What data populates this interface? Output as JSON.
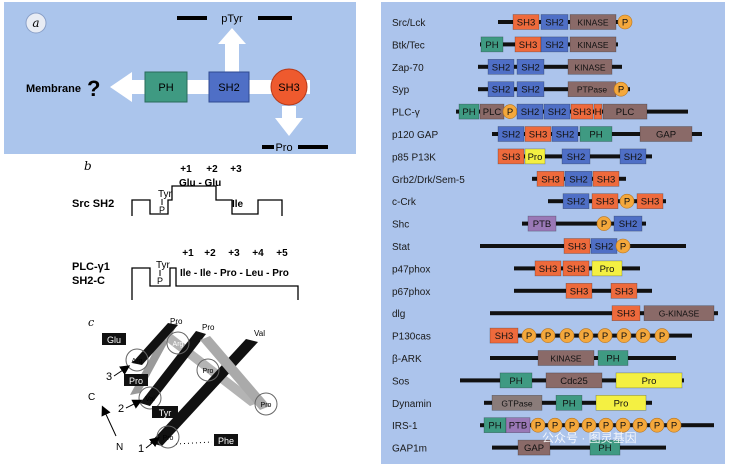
{
  "panel_a": {
    "label": "a",
    "membrane": "Membrane",
    "question": "?",
    "ph": "PH",
    "sh2": "SH2",
    "sh3": "SH3",
    "ptyr": "pTyr",
    "pro": "Pro"
  },
  "panel_b": {
    "label": "b",
    "src": {
      "title": "Src SH2",
      "positions": [
        "+1",
        "+2",
        "+3"
      ],
      "tyr": "Tyr",
      "p": "P",
      "seq": "Glu - Glu",
      "ile": "Ile"
    },
    "plc": {
      "title1": "PLC-γ1",
      "title2": "SH2-C",
      "positions": [
        "+1",
        "+2",
        "+3",
        "+4",
        "+5"
      ],
      "tyr": "Tyr",
      "p": "P",
      "seq": "Ile - Ile - Pro - Leu - Pro"
    }
  },
  "panel_c": {
    "label": "c",
    "boxes": [
      "Glu",
      "Pro",
      "Tyr",
      "Phe"
    ],
    "tags": [
      "Pro",
      "Pro",
      "Val"
    ],
    "circles": [
      "Arg",
      "Arg",
      "Val",
      "Pro",
      "Pro",
      "Pro"
    ],
    "numbers": [
      "3",
      "2",
      "1"
    ],
    "axis": [
      "C",
      "N"
    ]
  },
  "panel_d": {
    "proteins": [
      {
        "name": "Src/Lck",
        "domains": [
          "SH3",
          "SH2",
          "KINASE",
          "P"
        ]
      },
      {
        "name": "Btk/Tec",
        "domains": [
          "PH",
          "SH3",
          "SH2",
          "KINASE"
        ]
      },
      {
        "name": "Zap-70",
        "domains": [
          "SH2",
          "SH2",
          "KINASE"
        ]
      },
      {
        "name": "Syp",
        "domains": [
          "SH2",
          "SH2",
          "PTPase",
          "P"
        ]
      },
      {
        "name": "PLC-γ",
        "domains": [
          "PH",
          "PLC",
          "P",
          "SH2",
          "SH2",
          "SH3",
          "H",
          "PLC"
        ]
      },
      {
        "name": "p120 GAP",
        "domains": [
          "SH2",
          "SH3",
          "SH2",
          "PH",
          "GAP"
        ]
      },
      {
        "name": "p85 P13K",
        "domains": [
          "SH3",
          "Pro",
          "SH2",
          "SH2"
        ]
      },
      {
        "name": "Grb2/Drk/Sem-5",
        "domains": [
          "SH3",
          "SH2",
          "SH3"
        ]
      },
      {
        "name": "c-Crk",
        "domains": [
          "SH2",
          "SH3",
          "P",
          "SH3"
        ]
      },
      {
        "name": "Shc",
        "domains": [
          "PTB",
          "P",
          "SH2"
        ]
      },
      {
        "name": "Stat",
        "domains": [
          "SH3",
          "SH2",
          "P"
        ]
      },
      {
        "name": "p47phox",
        "domains": [
          "SH3",
          "SH3",
          "Pro"
        ]
      },
      {
        "name": "p67phox",
        "domains": [
          "SH3",
          "SH3"
        ]
      },
      {
        "name": "dlg",
        "domains": [
          "SH3",
          "G-KINASE"
        ]
      },
      {
        "name": "P130cas",
        "domains": [
          "SH3",
          "P",
          "P",
          "P",
          "P",
          "P",
          "P",
          "P",
          "P"
        ]
      },
      {
        "name": "β-ARK",
        "domains": [
          "KINASE",
          "PH"
        ]
      },
      {
        "name": "Sos",
        "domains": [
          "PH",
          "Cdc25",
          "Pro"
        ]
      },
      {
        "name": "Dynamin",
        "domains": [
          "GTPase",
          "PH",
          "Pro"
        ]
      },
      {
        "name": "IRS-1",
        "domains": [
          "PH",
          "PTB",
          "P",
          "P",
          "P",
          "P",
          "P",
          "P",
          "P",
          "P",
          "P"
        ]
      },
      {
        "name": "GAP1m",
        "domains": [
          "GAP",
          "PH"
        ]
      }
    ],
    "watermark": "公众号 · 图灵基因"
  },
  "colors": {
    "panel_bg": "#acc4ec",
    "sh3": "#ee6a3c",
    "sh2": "#4f6fc6",
    "kinase": "#8a6a68",
    "ph": "#3f9a82",
    "p": "#f4a83c",
    "pro": "#f4f042",
    "ptb": "#9a78b6",
    "gtpase": "#8a7c7a"
  }
}
